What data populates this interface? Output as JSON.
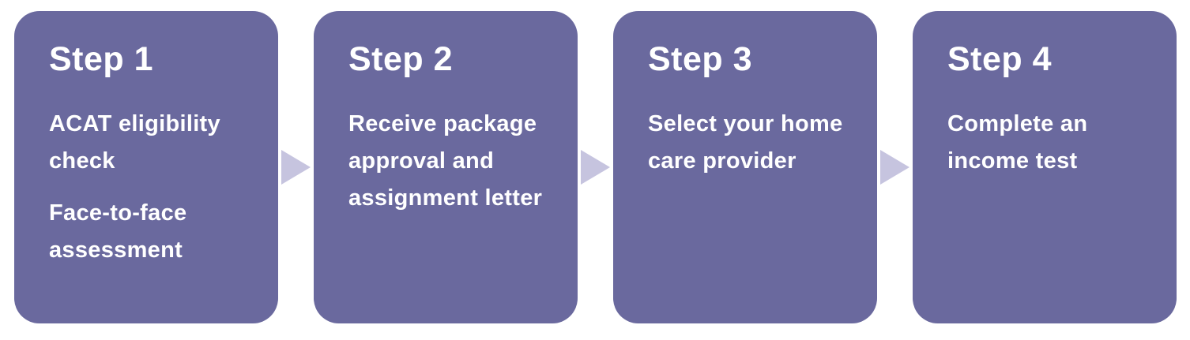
{
  "diagram": {
    "type": "process-flow",
    "background_color": "#FFFFFF",
    "card_color": "#6A699E",
    "arrow_color": "#C6C4DF",
    "text_color": "#FFFFFF",
    "arrow_icon": "triangle-right",
    "steps": [
      {
        "heading": "Step 1",
        "body": [
          "ACAT eligibility check",
          "Face-to-face assessment"
        ]
      },
      {
        "heading": "Step 2",
        "body": [
          "Receive package approval and assignment letter"
        ]
      },
      {
        "heading": "Step 3",
        "body": [
          "Select your home care provider"
        ]
      },
      {
        "heading": "Step 4",
        "body": [
          "Complete an income test"
        ]
      }
    ]
  }
}
